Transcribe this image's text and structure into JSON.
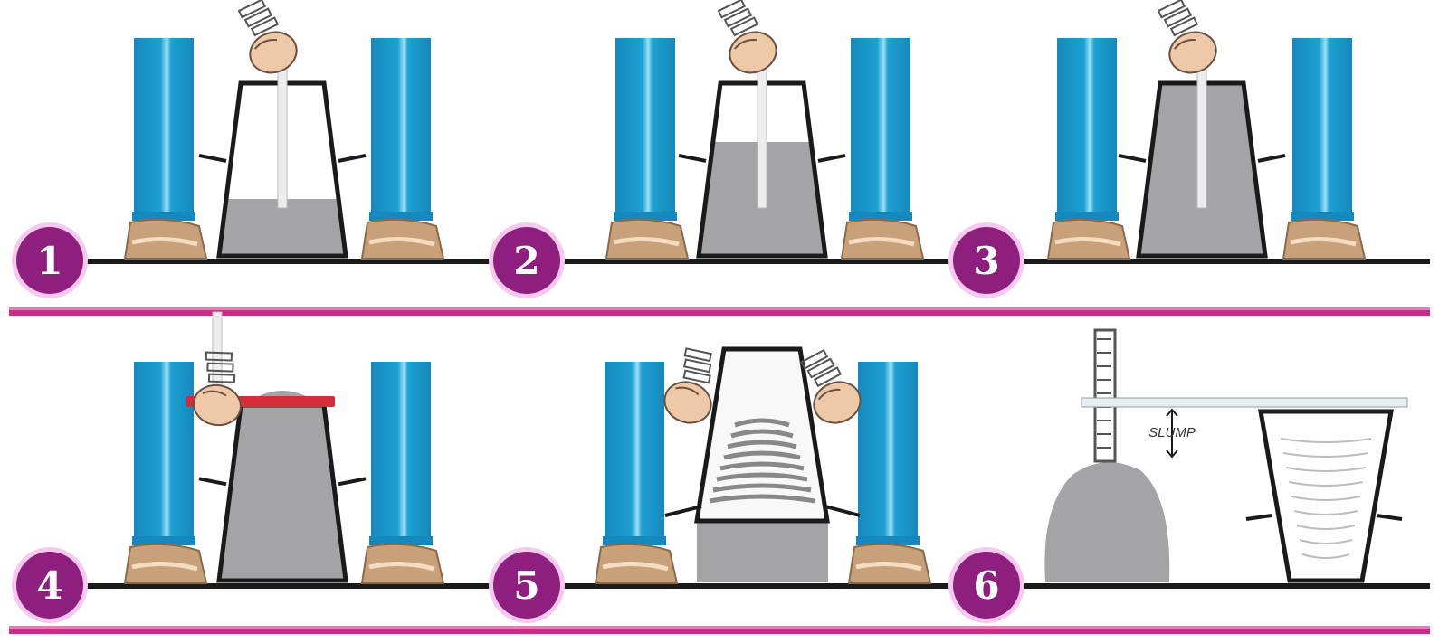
{
  "steps": [
    {
      "number": "1",
      "concrete_fill": 0.33
    },
    {
      "number": "2",
      "concrete_fill": 0.66
    },
    {
      "number": "3",
      "concrete_fill": 1.0
    },
    {
      "number": "4",
      "concrete_fill": 1.0
    },
    {
      "number": "5",
      "concrete_fill": 1.0
    },
    {
      "number": "6",
      "concrete_fill": 1.0
    }
  ],
  "slump_label": "SLUMP",
  "colors": {
    "badge": "#8e1f7e",
    "badge_ring": "#f6c9ee",
    "divider": "#c92d86",
    "leg": "#1ea0d2",
    "leg_light": "#7fd3f2",
    "concrete": "#a4a4a6",
    "shoe": "#c8a07a",
    "skin": "#edc9a8",
    "tamp_plate": "#d62c3a",
    "ground": "#1a1a1a"
  },
  "icons": [
    "hand-rod-icon",
    "boot-icon",
    "slump-cone-icon",
    "ruler-icon"
  ]
}
